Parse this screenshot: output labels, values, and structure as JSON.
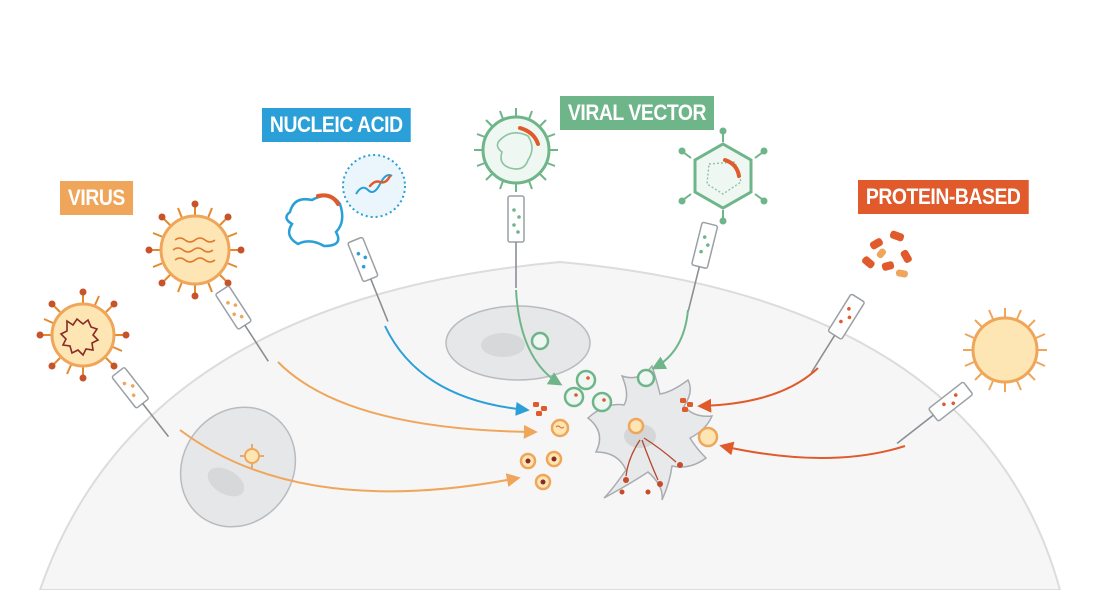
{
  "labels": {
    "virus": "VIRUS",
    "nucleic_acid": "NUCLEIC ACID",
    "viral_vector": "VIRAL VECTOR",
    "protein_based": "PROTEIN-BASED"
  },
  "colors": {
    "virus": "#f0a65a",
    "nucleic_acid": "#2a9fd8",
    "viral_vector": "#6fb58a",
    "protein_based": "#e05a2b",
    "cell_fill": "#e6e7e8",
    "body_fill": "#f6f6f6",
    "body_edge": "#dcdcdc",
    "rna": "#e05a2b",
    "needle": "#8a8f94"
  }
}
